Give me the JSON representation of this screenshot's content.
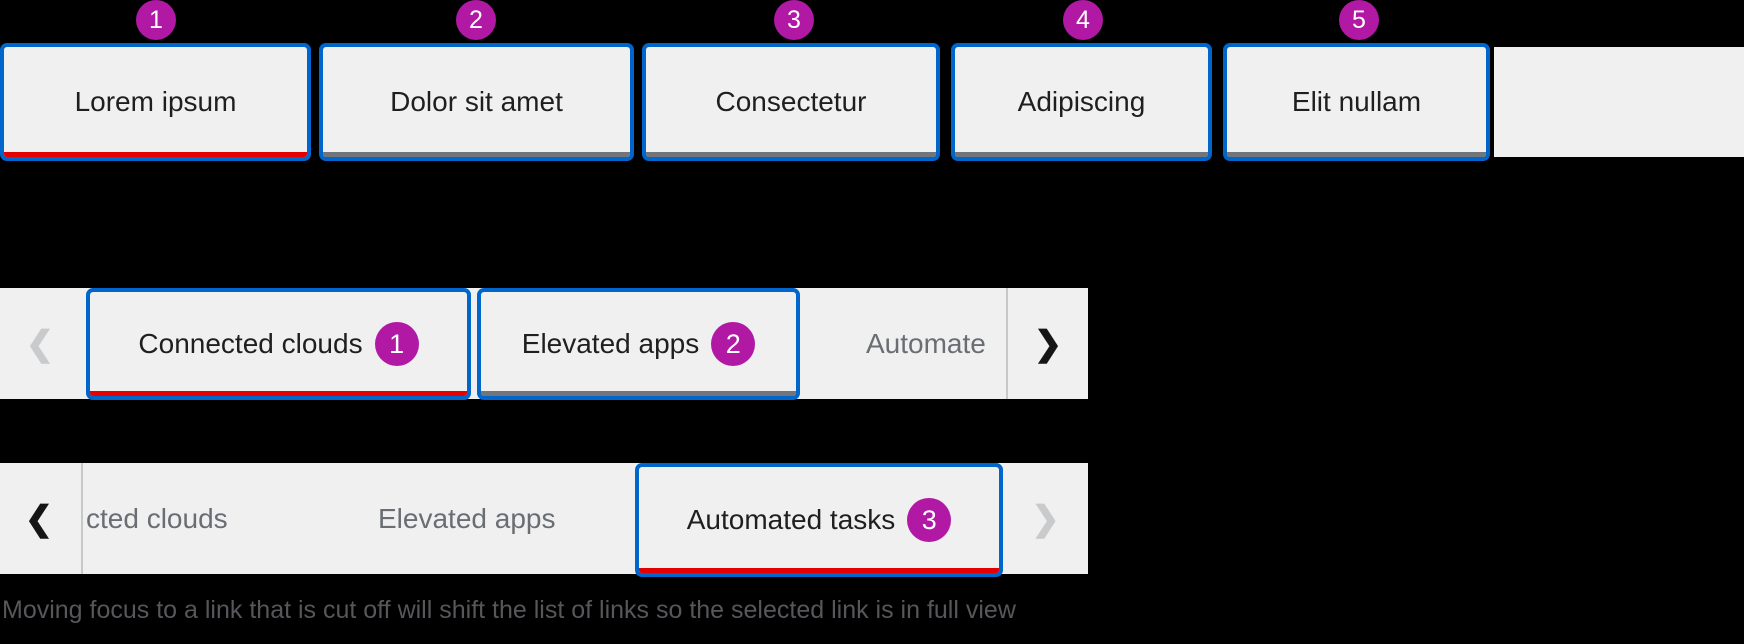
{
  "colors": {
    "background": "#000000",
    "bar_background": "#F0F0F0",
    "focus_outline_blue": "#0066CC",
    "active_underline_red": "#E40000",
    "inactive_underline_gray": "#72767B",
    "text_dark": "#1F1F1F",
    "text_gray": "#6A6E73",
    "chevron_active": "#151515",
    "chevron_disabled": "#C9CACC",
    "divider_gray": "#C8C8C8",
    "annotation_badge_magenta": "#B118A4"
  },
  "icons": {
    "chevron_left": "❮",
    "chevron_right": "❯"
  },
  "bar1": {
    "badges": [
      "1",
      "2",
      "3",
      "4",
      "5"
    ],
    "tabs": [
      {
        "label": "Lorem ipsum",
        "state": "selected"
      },
      {
        "label": "Dolor sit amet",
        "state": "default"
      },
      {
        "label": "Consectetur",
        "state": "default"
      },
      {
        "label": "Adipiscing",
        "state": "default"
      },
      {
        "label": "Elit nullam",
        "state": "default"
      }
    ]
  },
  "bar2": {
    "left_chevron_state": "disabled",
    "right_chevron_state": "enabled",
    "tabs": [
      {
        "label": "Connected clouds",
        "badge": "1",
        "state": "selected"
      },
      {
        "label": "Elevated apps",
        "badge": "2",
        "state": "focused"
      },
      {
        "label": "Automate",
        "state": "cut-off"
      }
    ]
  },
  "bar3": {
    "left_chevron_state": "enabled",
    "right_chevron_state": "disabled",
    "items": [
      {
        "label": "cted clouds",
        "state": "cut-off"
      },
      {
        "label": "Elevated apps",
        "state": "default"
      }
    ],
    "selected_tab": {
      "label": "Automated tasks",
      "badge": "3",
      "state": "selected"
    }
  },
  "caption": "Moving focus to a link that is cut off will shift the list of links so the selected link is in full view"
}
